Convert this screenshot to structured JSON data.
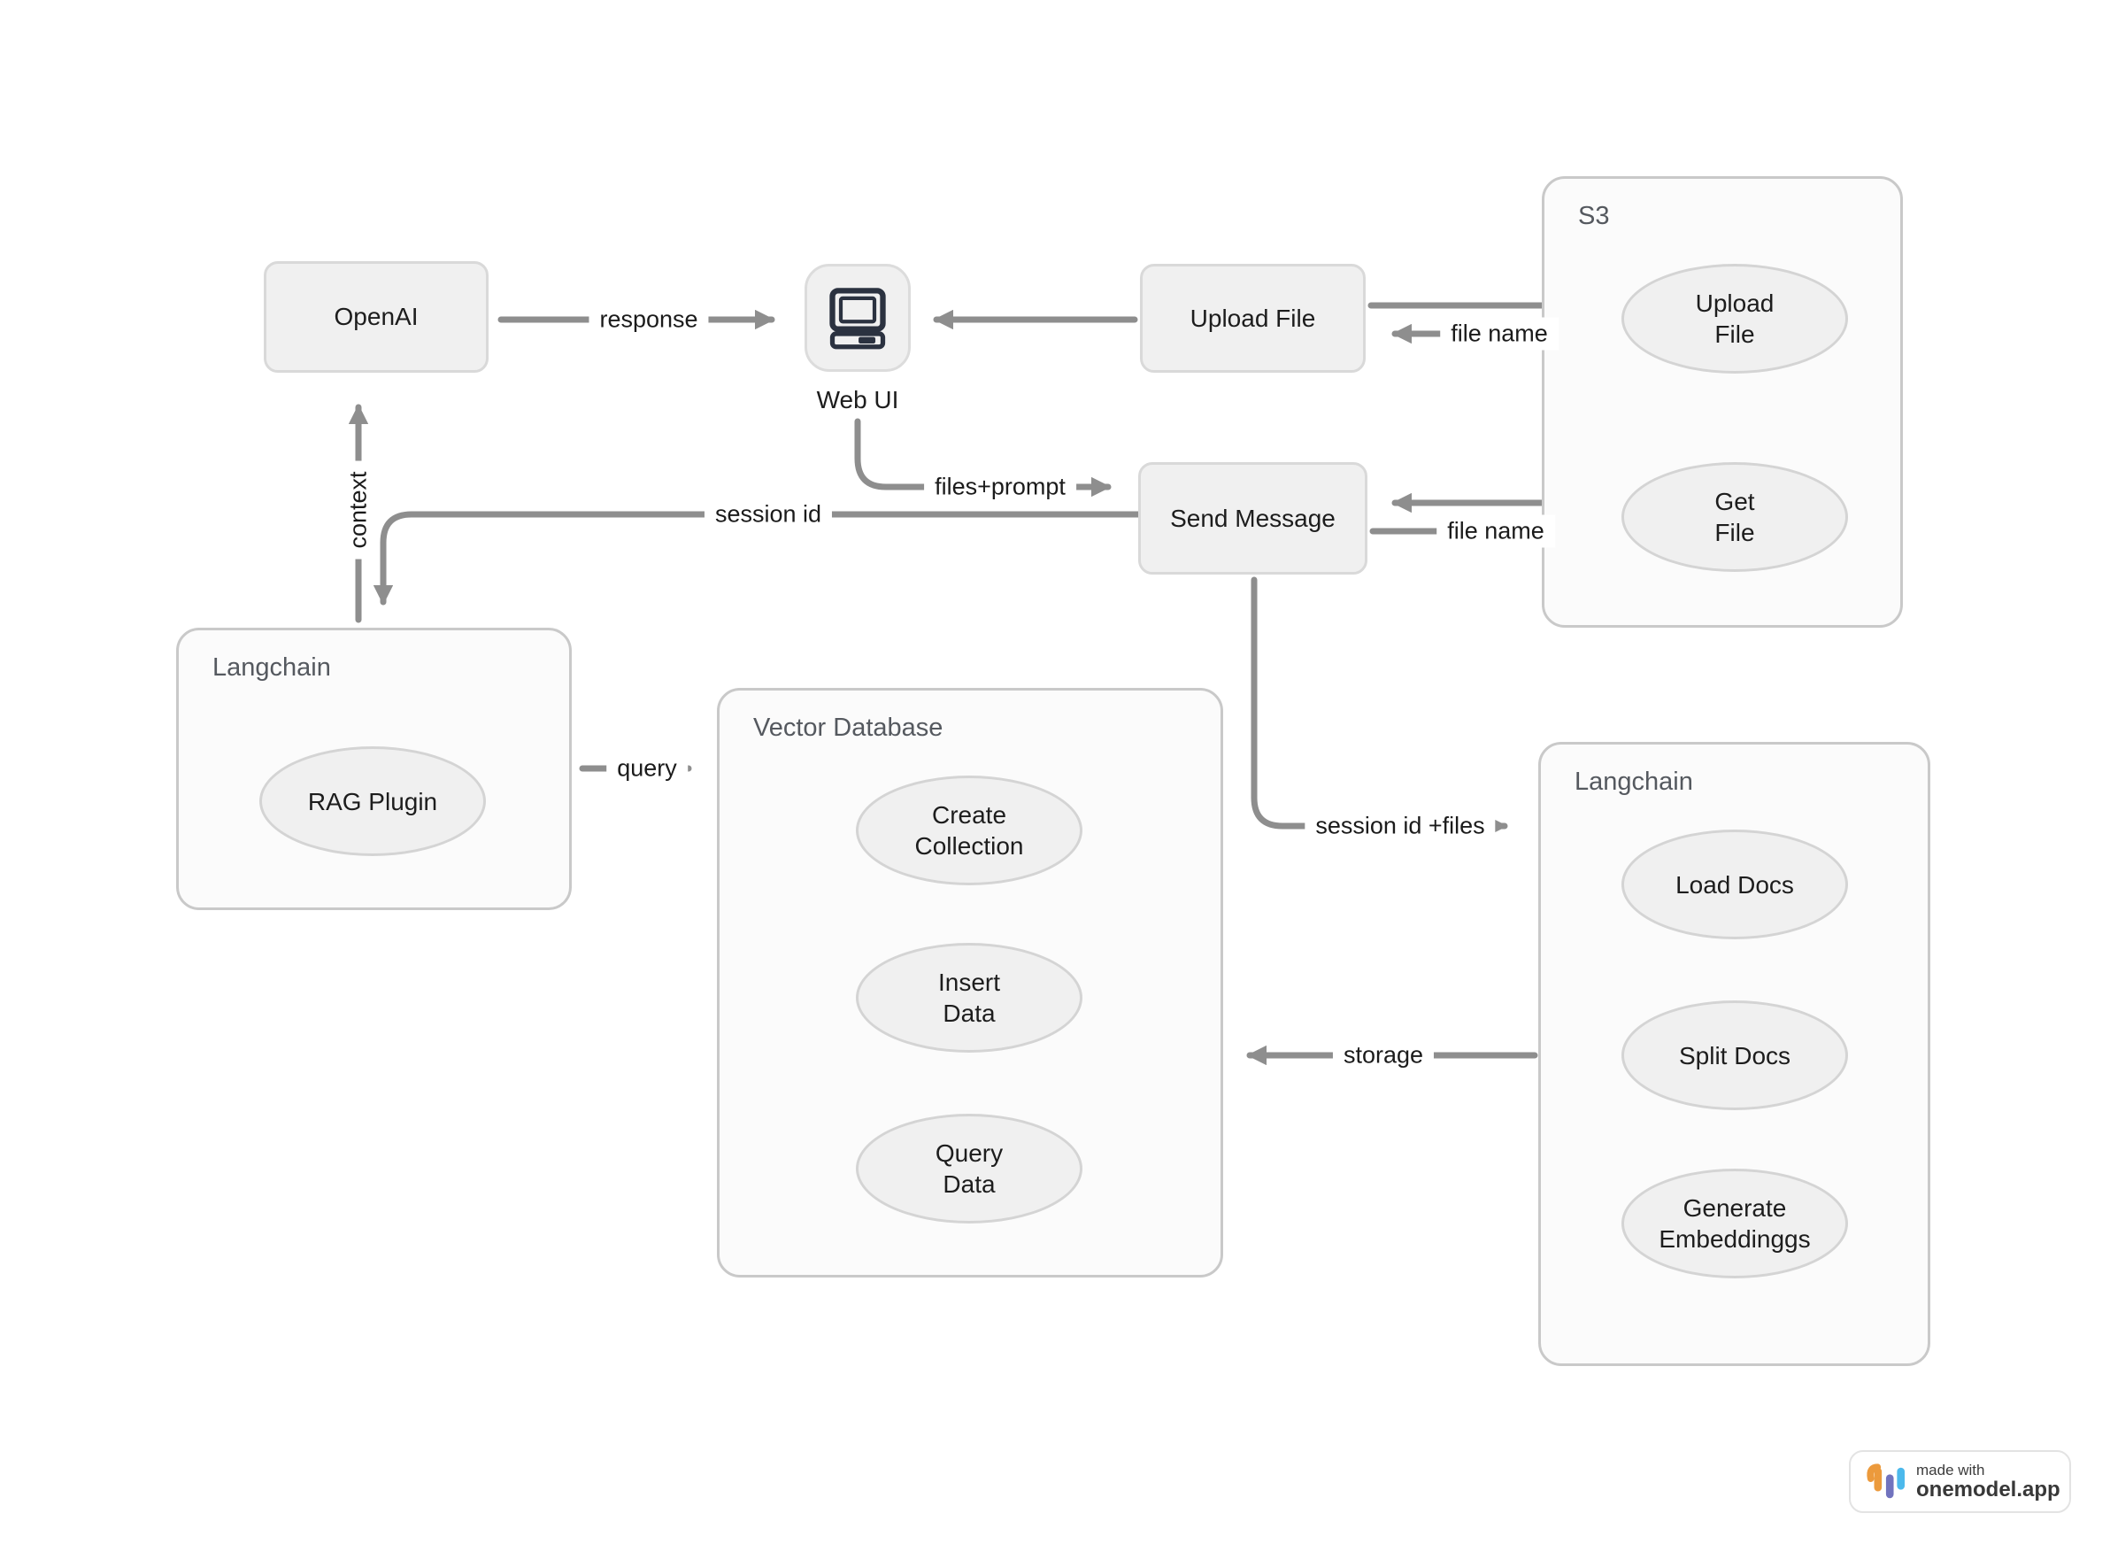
{
  "diagram": {
    "nodes": {
      "openai": {
        "label": "OpenAI"
      },
      "web_ui": {
        "label": "Web UI",
        "icon": "computer-icon"
      },
      "upload_file": {
        "label": "Upload File"
      },
      "send_message": {
        "label": "Send Message"
      }
    },
    "containers": {
      "s3": {
        "title": "S3",
        "items": {
          "upload_file": "Upload\nFile",
          "get_file": "Get\nFile"
        }
      },
      "langchain_left": {
        "title": "Langchain",
        "items": {
          "rag_plugin": "RAG Plugin"
        }
      },
      "vector_database": {
        "title": "Vector Database",
        "items": {
          "create_collection": "Create\nCollection",
          "insert_data": "Insert\nData",
          "query_data": "Query\nData"
        }
      },
      "langchain_right": {
        "title": "Langchain",
        "items": {
          "load_docs": "Load Docs",
          "split_docs": "Split Docs",
          "generate_embeddings": "Generate\nEmbeddinggs"
        }
      }
    },
    "edges": {
      "response": {
        "label": "response",
        "from": "openai",
        "to": "web_ui"
      },
      "upload_to_web_ui": {
        "label": "",
        "from": "upload_file",
        "to": "web_ui"
      },
      "files_prompt": {
        "label": "files+prompt",
        "from": "web_ui",
        "to": "send_message"
      },
      "session_id": {
        "label": "session id",
        "from": "send_message",
        "to": "langchain_left"
      },
      "context": {
        "label": "context",
        "from": "langchain_left",
        "to": "openai"
      },
      "upload_file_s3": {
        "label": "",
        "from": "upload_file",
        "to": "s3.upload_file"
      },
      "file_name_upload": {
        "label": "file name",
        "from": "s3.upload_file",
        "to": "upload_file"
      },
      "get_file_return": {
        "label": "",
        "from": "s3.get_file",
        "to": "send_message"
      },
      "file_name_get": {
        "label": "file name",
        "from": "send_message",
        "to": "s3.get_file"
      },
      "session_id_files": {
        "label": "session id +files",
        "from": "send_message",
        "to": "langchain_right"
      },
      "storage": {
        "label": "storage",
        "from": "langchain_right",
        "to": "vector_database"
      },
      "query": {
        "label": "query",
        "from": "langchain_left",
        "to": "vector_database"
      }
    },
    "colors": {
      "arrow": "#8e8e8e",
      "node_fill": "#f0f0f0",
      "node_border": "#d9d9d9",
      "container_fill": "#fbfbfb",
      "container_border": "#c9c9c9",
      "icon_stroke": "#2b3240"
    }
  },
  "badge": {
    "made_with": "made with",
    "brand": "onemodel.app",
    "logo_colors": {
      "orange": "#ec9a3c",
      "purple": "#7173be",
      "blue": "#4cb9ec"
    }
  }
}
